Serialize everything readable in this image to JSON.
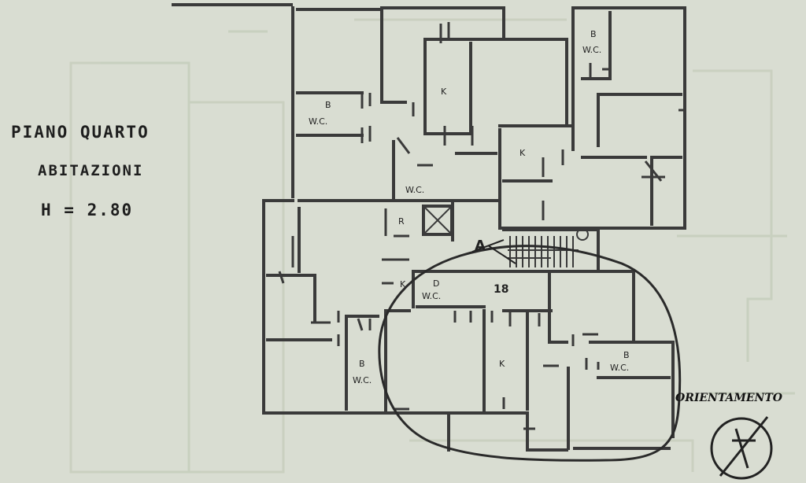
{
  "heading": {
    "floor": "PIANO QUARTO",
    "use": "ABITAZIONI",
    "height": "H = 2.80"
  },
  "orientation_label": "ORIENTAMENTO",
  "section_marker": "A",
  "unit_number": "18",
  "rooms": {
    "b": "B",
    "wc": "W.C.",
    "k": "K",
    "r": "R",
    "d": "D"
  },
  "colors": {
    "paper": "#d9ddd2",
    "ink": "#3a3a3a",
    "faint_lines": "#c5cdbb"
  }
}
